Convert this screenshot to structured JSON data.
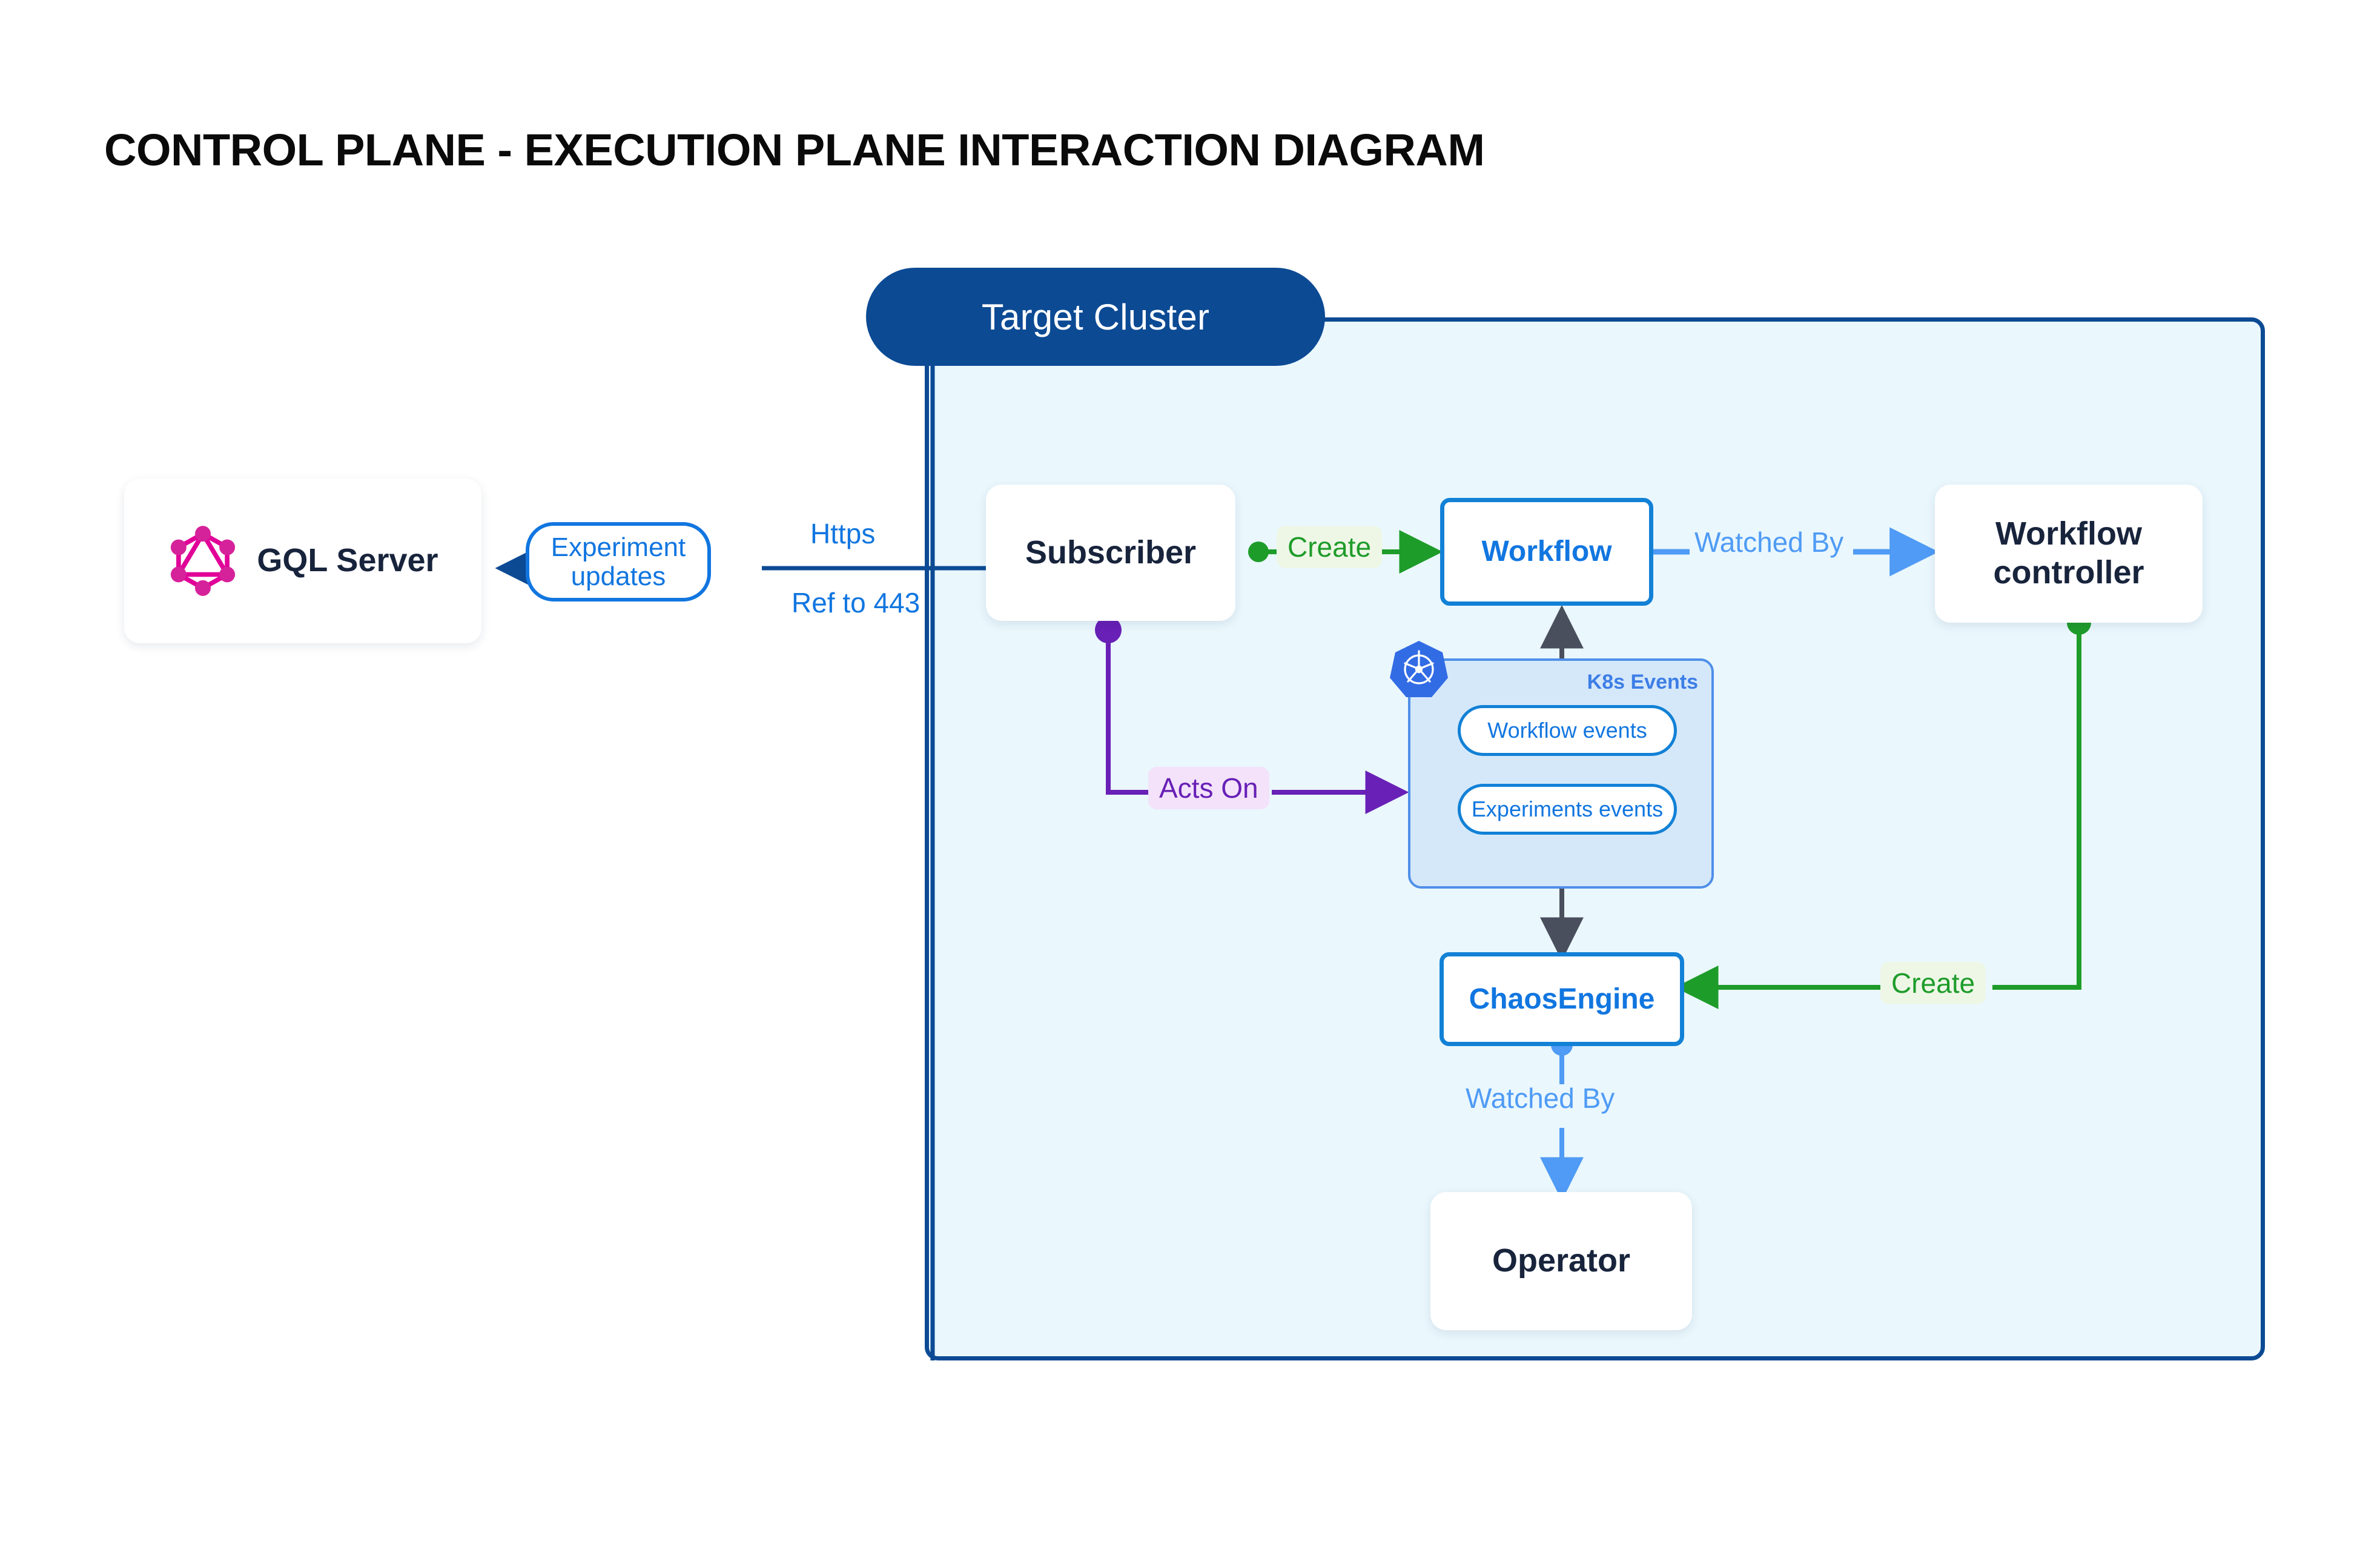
{
  "page": {
    "title": "CONTROL PLANE - EXECUTION PLANE INTERACTION DIAGRAM",
    "background": "#ffffff"
  },
  "colors": {
    "cluster_border": "#0c4a94",
    "cluster_fill": "#eaf7fd",
    "blue_link": "#0c4a94",
    "blue_accent": "#1176e0",
    "blue_light": "#4f9bf5",
    "green_link": "#1e9c2a",
    "purple_link": "#6820b6",
    "gray_link": "#4a4f5e",
    "graphql_pink": "#e10098",
    "k8s_blue": "#326ce5",
    "text_dark": "#18243c"
  },
  "cluster": {
    "title": "Target Cluster"
  },
  "nodes": {
    "gql_server": {
      "label": "GQL Server",
      "icon": "graphql-logo"
    },
    "subscriber": {
      "label": "Subscriber"
    },
    "workflow": {
      "label": "Workflow"
    },
    "workflow_controller": {
      "label_line1": "Workflow",
      "label_line2": "controller"
    },
    "chaos_engine": {
      "label": "ChaosEngine"
    },
    "operator": {
      "label": "Operator"
    }
  },
  "k8s_events": {
    "title": "K8s Events",
    "badge_icon": "kubernetes-helm-icon",
    "pills": [
      {
        "label": "Workflow events"
      },
      {
        "label": "Experiments events"
      }
    ]
  },
  "edges": {
    "experiment_updates": "Experiment\nupdates",
    "experiment_updates_line1": "Experiment",
    "experiment_updates_line2": "updates",
    "https": "Https",
    "ref_to_443": "Ref to 443",
    "create_subscriber_workflow": "Create",
    "watched_by_workflow": "Watched By",
    "create_controller_chaosengine": "Create",
    "watched_by_chaosengine": "Watched By",
    "acts_on": "Acts On"
  }
}
